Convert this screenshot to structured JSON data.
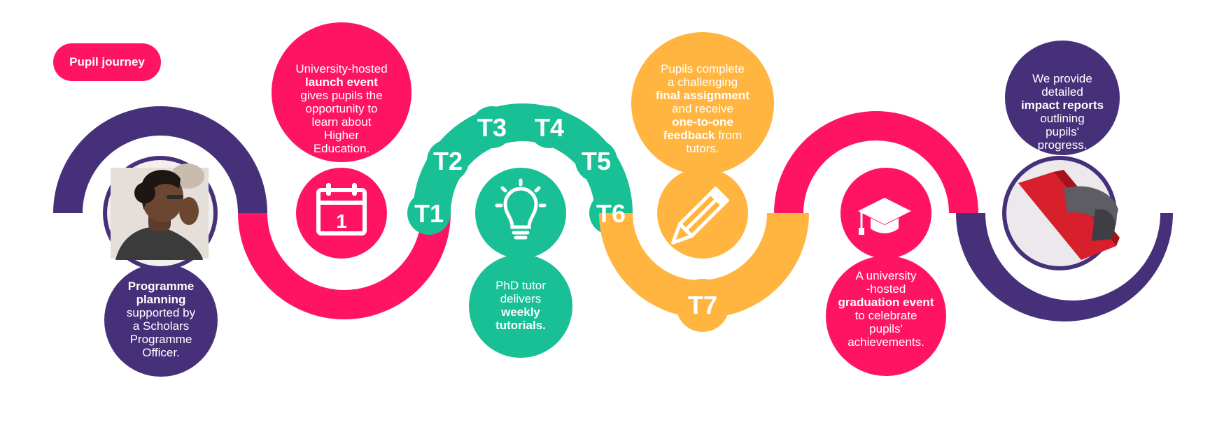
{
  "badge": {
    "label": "Pupil journey"
  },
  "colors": {
    "purple": "#46307a",
    "pink": "#ff1464",
    "green": "#19bf95",
    "orange": "#ffb540",
    "white": "#ffffff"
  },
  "steps": {
    "planning": {
      "icon": "pupil-photo",
      "line1": "Programme",
      "line2": "planning",
      "line3": "supported by",
      "line4": "a Scholars",
      "line5": "Programme",
      "line6": "Officer."
    },
    "launch": {
      "icon": "calendar-icon",
      "calendar_number": "1",
      "line1": "University-hosted",
      "line2": "launch event",
      "line3": "gives pupils the",
      "line4": "opportunity to",
      "line5": "learn about",
      "line6": "Higher",
      "line7": "Education."
    },
    "tutorials": {
      "icon": "lightbulb-icon",
      "line1": "PhD tutor",
      "line2": "delivers",
      "line3": "weekly",
      "line4": "tutorials."
    },
    "assignment": {
      "icon": "pencil-icon",
      "line1": "Pupils complete",
      "line2": "a challenging",
      "line3": "final assignment",
      "line4": "and receive",
      "line5": "one-to-one",
      "line6a": "feedback",
      "line6b": " from",
      "line7": "tutors."
    },
    "graduation": {
      "icon": "graduation-cap-icon",
      "line1": "A university",
      "line2": "-hosted",
      "line3": "graduation event",
      "line4": "to celebrate",
      "line5": "pupils'",
      "line6": "achievements."
    },
    "reports": {
      "icon": "report-photo",
      "line1": "We provide",
      "line2": "detailed",
      "line3": "impact reports",
      "line4": "outlining",
      "line5": "pupils'",
      "line6": "progress."
    }
  },
  "tutorial_labels": {
    "t1": "T1",
    "t2": "T2",
    "t3": "T3",
    "t4": "T4",
    "t5": "T5",
    "t6": "T6",
    "t7": "T7"
  }
}
